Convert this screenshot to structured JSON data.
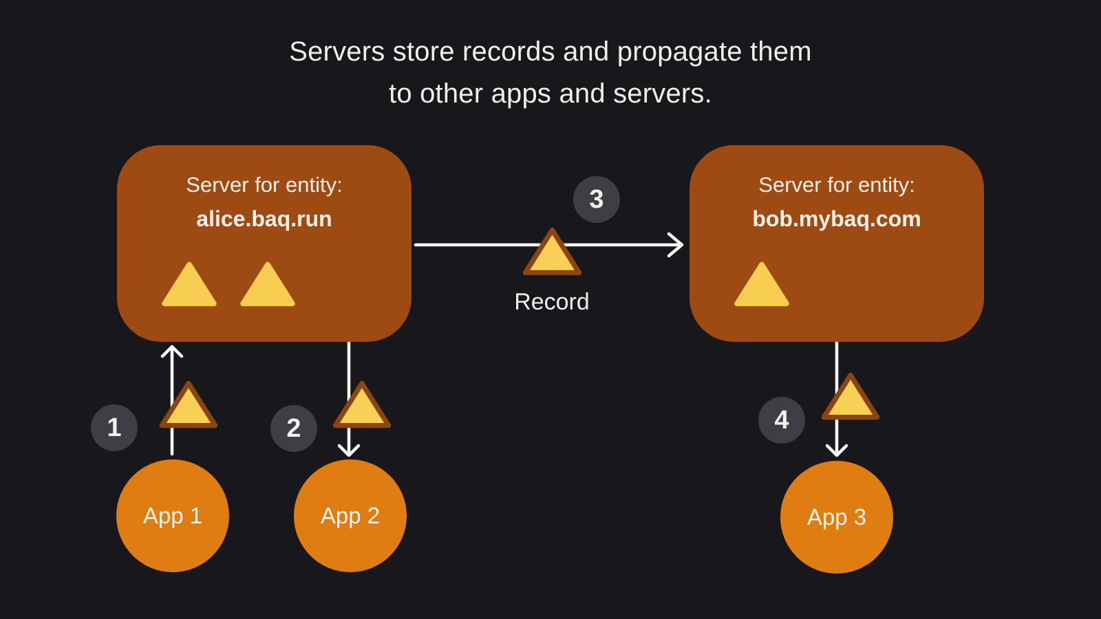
{
  "title": {
    "line1": "Servers store records and propagate them",
    "line2": "to other apps and servers."
  },
  "servers": [
    {
      "label": "Server for entity:",
      "entity": "alice.baq.run",
      "stored_records": 2
    },
    {
      "label": "Server for entity:",
      "entity": "bob.mybaq.com",
      "stored_records": 1
    }
  ],
  "apps": [
    {
      "label": "App 1"
    },
    {
      "label": "App 2"
    },
    {
      "label": "App 3"
    }
  ],
  "steps": [
    {
      "number": "1"
    },
    {
      "number": "2"
    },
    {
      "number": "3"
    },
    {
      "number": "4"
    }
  ],
  "record": {
    "label": "Record"
  },
  "colors": {
    "background": "#18181c",
    "server_box": "#9d4b13",
    "app_circle": "#e07d12",
    "record_fill": "#f7cd52",
    "record_border": "#8a4511",
    "badge": "#3e3e45",
    "arrow": "#fafafa",
    "text": "#f2efe9"
  }
}
